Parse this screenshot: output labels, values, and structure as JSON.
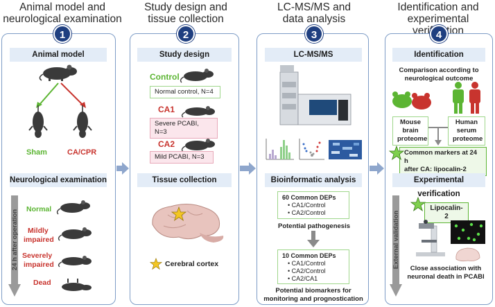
{
  "columns": [
    {
      "number": "1",
      "title_line1": "Animal model and",
      "title_line2": "neurological examination"
    },
    {
      "number": "2",
      "title_line1": "Study design and",
      "title_line2": "tissue collection"
    },
    {
      "number": "3",
      "title_line1": "LC-MS/MS and",
      "title_line2": "data analysis"
    },
    {
      "number": "4",
      "title_line1": "Identification and",
      "title_line2": "experimental verification"
    }
  ],
  "panel1": {
    "header_top": "Animal model",
    "sham": "Sham",
    "cacpr": "CA/CPR",
    "header_bottom": "Neurological examination",
    "time_label": "24 h after operation",
    "levels": [
      "Normal",
      "Mildly",
      "impaired",
      "Severely",
      "impaired",
      "Dead"
    ]
  },
  "panel2": {
    "header_top": "Study design",
    "control": "Control",
    "control_box": "Normal control, N=4",
    "ca1": "CA1",
    "ca1_box": "Severe PCABI, N=3",
    "ca2": "CA2",
    "ca2_box": "Mild PCABI, N=3",
    "header_bottom": "Tissue collection",
    "cortex": "Cerebral cortex"
  },
  "panel3": {
    "header_top": "LC-MS/MS",
    "header_bottom": "Bioinformatic analysis",
    "box1_title": "60 Common DEPs",
    "box1_items": [
      "CA1/Control",
      "CA2/Control"
    ],
    "box1_caption": "Potential pathogenesis",
    "box2_title": "10 Common DEPs",
    "box2_items": [
      "CA1/Control",
      "CA2/Control",
      "CA2/CA1"
    ],
    "box2_caption_line1": "Potential biomarkers for",
    "box2_caption_line2": "monitoring and prognostication"
  },
  "panel4": {
    "header_top": "Identification",
    "comparison_line1": "Comparison according to",
    "comparison_line2": "neurological outcome",
    "mouse_box": [
      "Mouse",
      "brain",
      "proteome"
    ],
    "human_box": [
      "Human",
      "serum",
      "proteome"
    ],
    "common_line1": "Common markers at 24 h",
    "common_line2": "after CA: lipocalin-2",
    "header_bottom": "Experimental verification",
    "lipocalin": "Lipocalin-2",
    "external": "External validation",
    "close_line1": "Close association with",
    "close_line2": "neuronal death in PCABI"
  },
  "colors": {
    "panel_border": "#7d9cc6",
    "header_fill": "#e3ecf7",
    "number_fill": "#1f3f80",
    "green": "#5cb533",
    "red": "#c8342e",
    "arrow": "#8ea6cc"
  }
}
